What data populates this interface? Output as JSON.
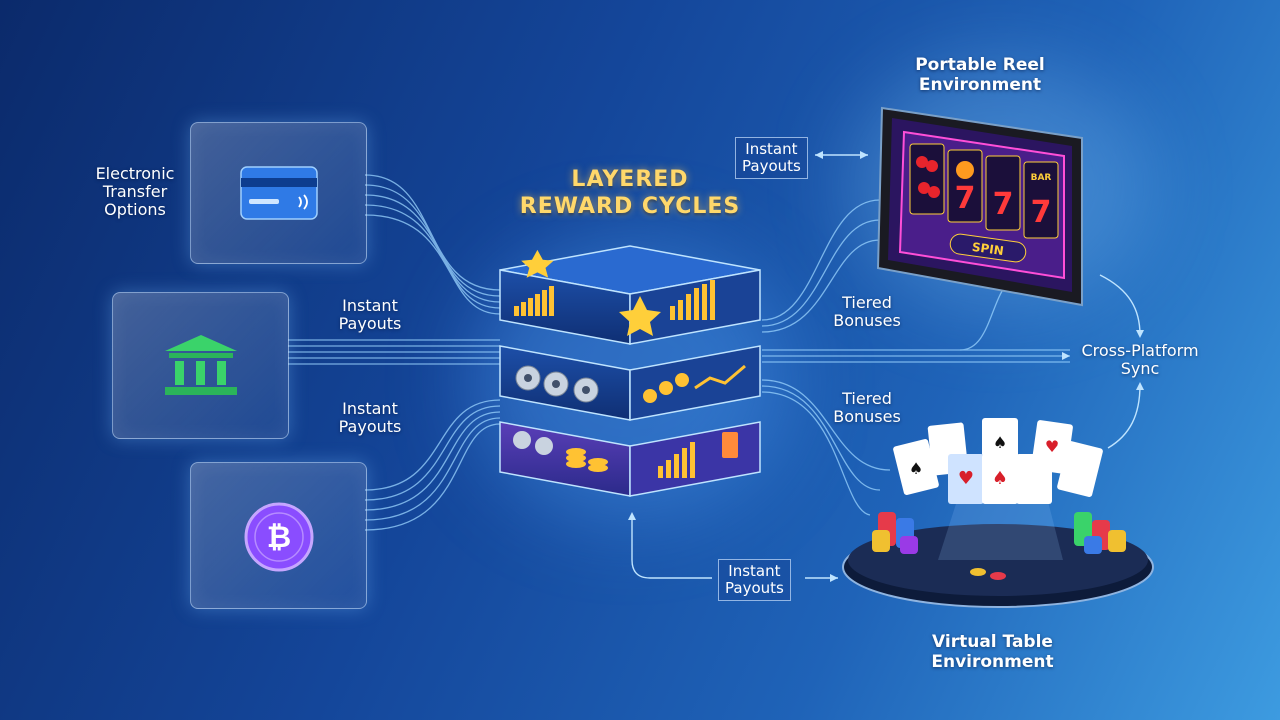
{
  "title": {
    "line1": "LAYERED",
    "line2": "REWARD CYCLES"
  },
  "sources": [
    {
      "label_lines": [
        "Electronic",
        "Transfer",
        "Options"
      ],
      "icon": "credit-card-icon"
    },
    {
      "label_lines": [],
      "icon": "bank-icon"
    },
    {
      "label_lines": [],
      "icon": "bitcoin-icon"
    }
  ],
  "left_labels": [
    {
      "lines": [
        "Instant",
        "Payouts"
      ]
    },
    {
      "lines": [
        "Instant",
        "Payouts"
      ]
    }
  ],
  "right_labels": [
    {
      "lines": [
        "Tiered",
        "Bonuses"
      ]
    },
    {
      "lines": [
        "Tiered",
        "Bonuses"
      ]
    }
  ],
  "boxed_labels": [
    {
      "lines": [
        "Instant",
        "Payouts"
      ]
    },
    {
      "lines": [
        "Instant",
        "Payouts"
      ]
    }
  ],
  "sync": {
    "lines": [
      "Cross-Platform",
      "Sync"
    ]
  },
  "phone": {
    "title_lines": [
      "Portable Reel",
      "Environment"
    ],
    "reels": [
      "7",
      "7",
      "7"
    ],
    "spin_label": "SPIN",
    "bar_label": "BAR"
  },
  "table": {
    "title_lines": [
      "Virtual Table",
      "Environment"
    ]
  },
  "colors": {
    "accent_gold": "#ffd86b",
    "line_blue": "#9ad4ff",
    "bank_green": "#3ad36a",
    "bitcoin_purple": "#8a4dff",
    "card_blue": "#2f7ae6"
  }
}
